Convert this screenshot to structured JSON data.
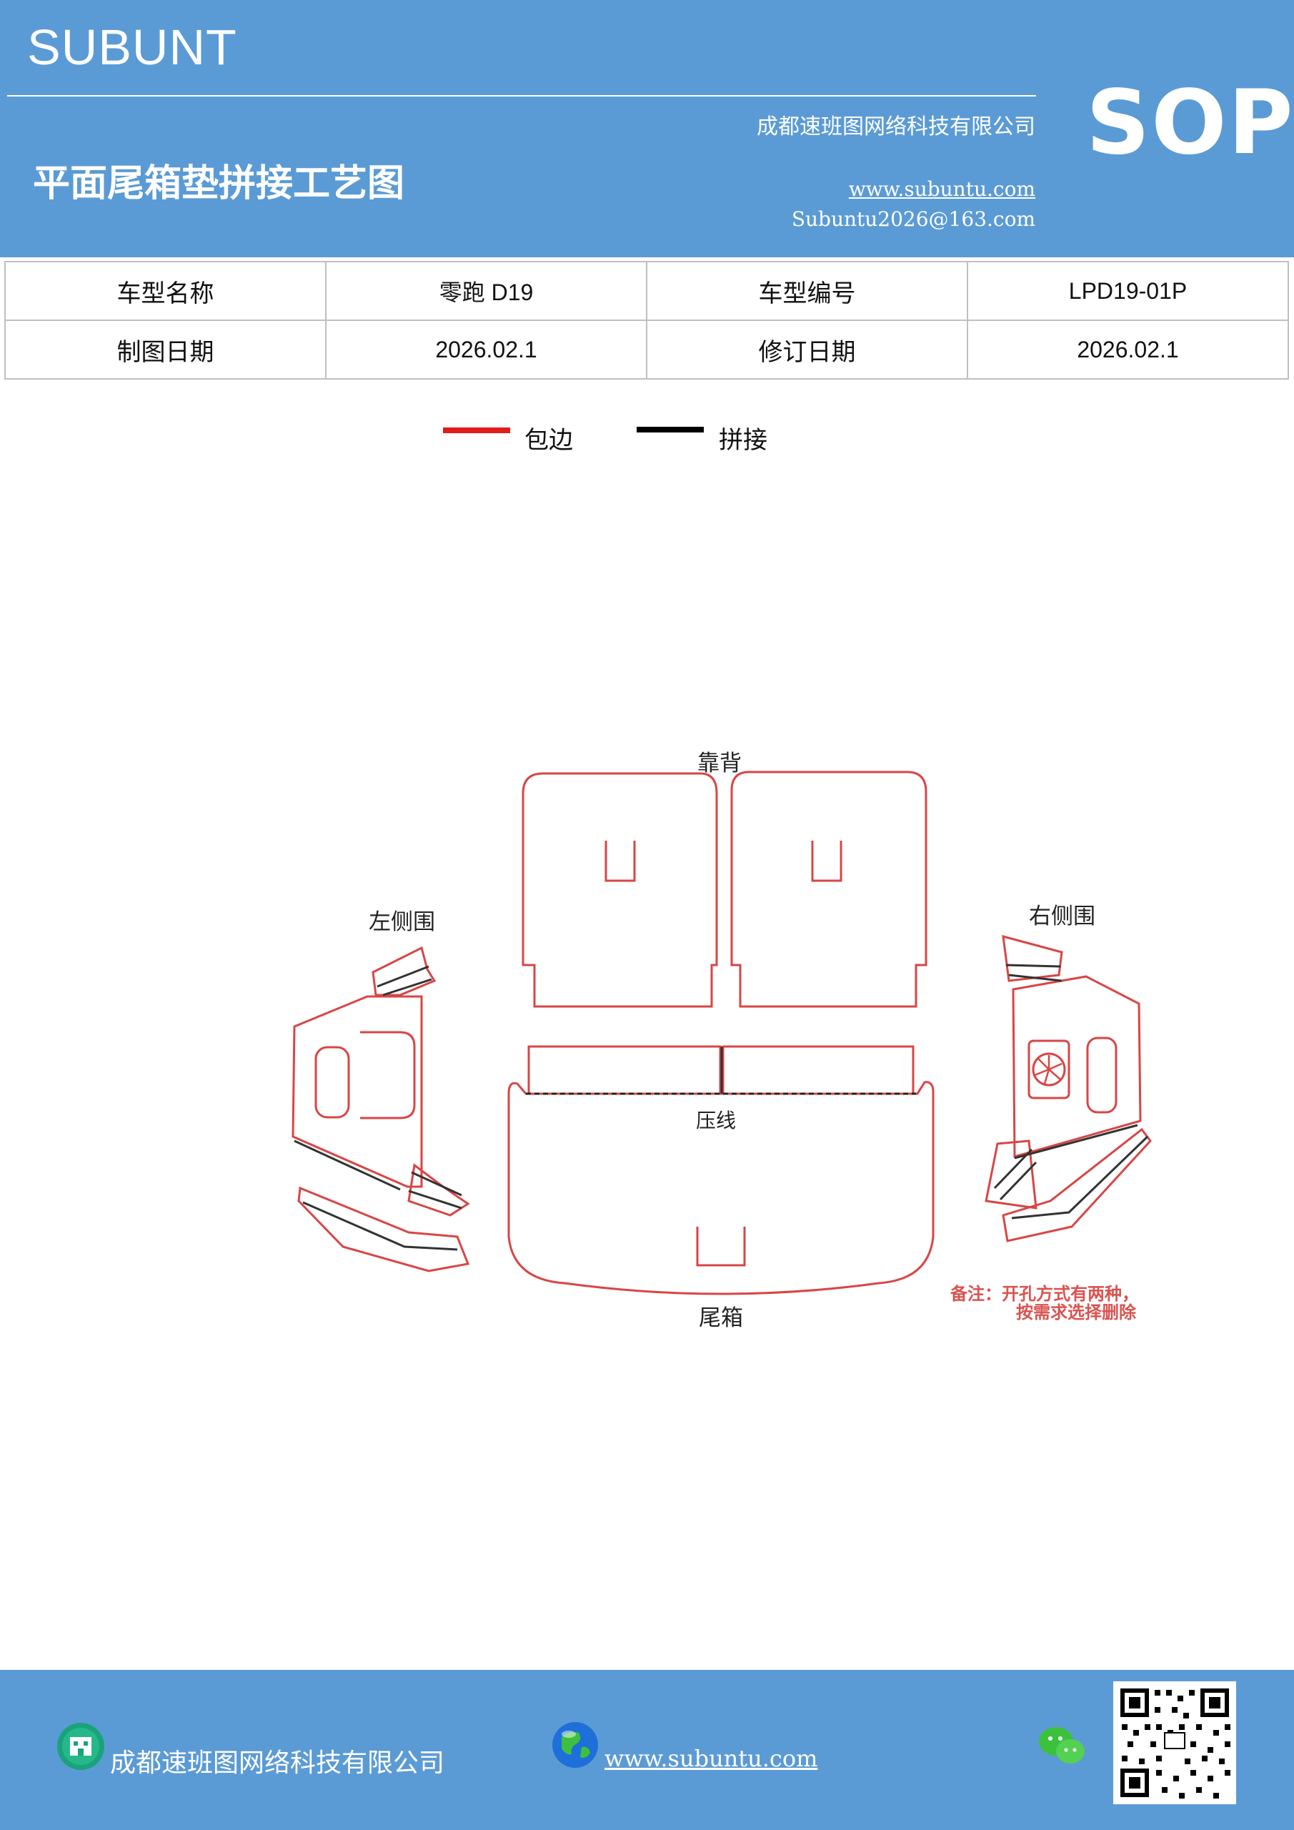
{
  "header": {
    "brand": "SUBUNT",
    "title": "平面尾箱垫拼接工艺图",
    "company": "成都速班图网络科技有限公司",
    "website": "www.subuntu.com",
    "email": "Subuntu2026@163.com",
    "badge": "SOP",
    "background_color": "#5b9bd5"
  },
  "info_table": {
    "rows": [
      [
        "车型名称",
        "零跑 D19",
        "车型编号",
        "LPD19-01P"
      ],
      [
        "制图日期",
        "2026.02.1",
        "修订日期",
        "2026.02.1"
      ]
    ]
  },
  "legend": {
    "items": [
      {
        "label": "包边",
        "color": "#e31b1b"
      },
      {
        "label": "拼接",
        "color": "#000000"
      }
    ]
  },
  "diagram": {
    "labels": {
      "backrest": "靠背",
      "left_side": "左侧围",
      "right_side": "右侧围",
      "crease": "压线",
      "trunk": "尾箱"
    },
    "note_line1": "备注：开孔方式有两种，",
    "note_line2": "按需求选择删除",
    "outline_color": "#d94545",
    "seam_color": "#333333"
  },
  "footer": {
    "company": "成都速班图网络科技有限公司",
    "website": "www.subuntu.com ",
    "icons": [
      "building-icon",
      "globe-icon",
      "wechat-icon",
      "qr-code"
    ]
  }
}
